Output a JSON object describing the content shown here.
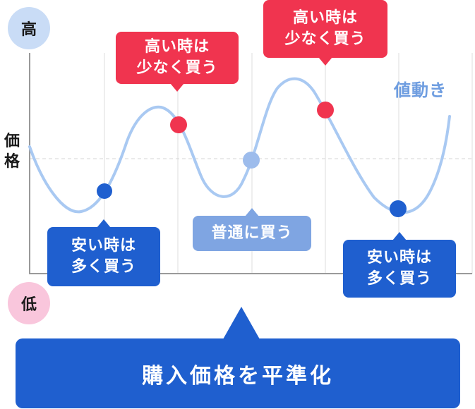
{
  "axis": {
    "high_label": "高",
    "low_label": "低",
    "y_label": "価\n格"
  },
  "curve": {
    "label": "値動き",
    "color": "#a9c9f2"
  },
  "bubbles": {
    "high_1": "高い時は\n少なく買う",
    "high_2": "高い時は\n少なく買う",
    "low_1": "安い時は\n多く買う",
    "low_2": "安い時は\n多く買う",
    "mid": "普通に買う"
  },
  "result": {
    "label": "購入価格を平準化"
  },
  "colors": {
    "high": "#f0344f",
    "low": "#1f5fcf",
    "mid": "#7fa5e2",
    "high_circle": "#c9dcf6",
    "low_circle": "#f9c6dc"
  }
}
